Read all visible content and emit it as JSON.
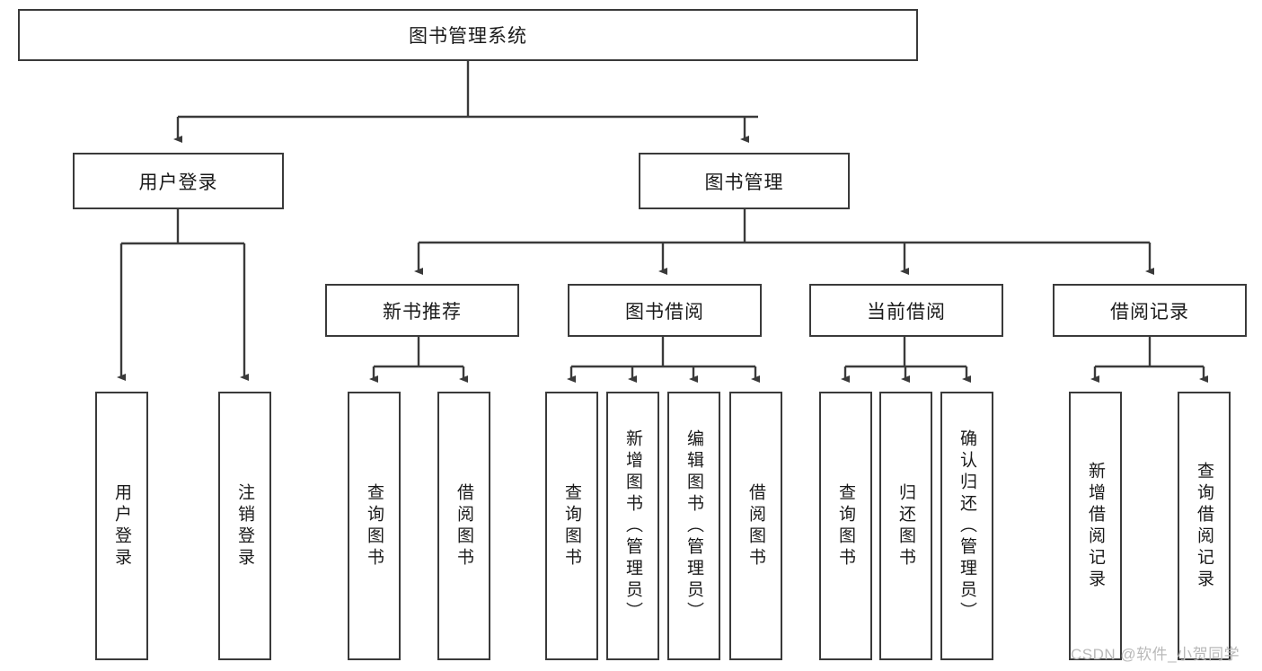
{
  "diagram": {
    "title": "图书管理系统",
    "type": "hierarchy-tree",
    "root": {
      "id": "root",
      "label": "图书管理系统",
      "orientation": "horizontal"
    },
    "level1": [
      {
        "id": "user-login",
        "label": "用户登录",
        "orientation": "horizontal"
      },
      {
        "id": "book-management",
        "label": "图书管理",
        "orientation": "horizontal"
      }
    ],
    "level2": [
      {
        "id": "new-book-recommend",
        "label": "新书推荐",
        "parent": "book-management",
        "orientation": "horizontal"
      },
      {
        "id": "book-borrow",
        "label": "图书借阅",
        "parent": "book-management",
        "orientation": "horizontal"
      },
      {
        "id": "current-borrow",
        "label": "当前借阅",
        "parent": "book-management",
        "orientation": "horizontal"
      },
      {
        "id": "borrow-record",
        "label": "借阅记录",
        "parent": "book-management",
        "orientation": "horizontal"
      }
    ],
    "leaves": [
      {
        "id": "leaf-user-login",
        "label": "用户登录",
        "parent": "user-login",
        "orientation": "vertical"
      },
      {
        "id": "leaf-logout",
        "label": "注销登录",
        "parent": "user-login",
        "orientation": "vertical"
      },
      {
        "id": "leaf-query-book-1",
        "label": "查询图书",
        "parent": "new-book-recommend",
        "orientation": "vertical"
      },
      {
        "id": "leaf-borrow-book-1",
        "label": "借阅图书",
        "parent": "new-book-recommend",
        "orientation": "vertical"
      },
      {
        "id": "leaf-query-book-2",
        "label": "查询图书",
        "parent": "book-borrow",
        "orientation": "vertical"
      },
      {
        "id": "leaf-add-book",
        "label": "新增图书（管理员）",
        "parent": "book-borrow",
        "orientation": "vertical"
      },
      {
        "id": "leaf-edit-book",
        "label": "编辑图书（管理员）",
        "parent": "book-borrow",
        "orientation": "vertical"
      },
      {
        "id": "leaf-borrow-book-2",
        "label": "借阅图书",
        "parent": "book-borrow",
        "orientation": "vertical"
      },
      {
        "id": "leaf-query-book-3",
        "label": "查询图书",
        "parent": "current-borrow",
        "orientation": "vertical"
      },
      {
        "id": "leaf-return-book",
        "label": "归还图书",
        "parent": "current-borrow",
        "orientation": "vertical"
      },
      {
        "id": "leaf-confirm-return",
        "label": "确认归还（管理员）",
        "parent": "current-borrow",
        "orientation": "vertical"
      },
      {
        "id": "leaf-add-record",
        "label": "新增借阅记录",
        "parent": "borrow-record",
        "orientation": "vertical"
      },
      {
        "id": "leaf-query-record",
        "label": "查询借阅记录",
        "parent": "borrow-record",
        "orientation": "vertical"
      }
    ]
  },
  "watermark": {
    "text": "CSDN @软件_小贺同学"
  },
  "colors": {
    "stroke": "#3a3a3a",
    "fill": "#ffffff",
    "text": "#1a1a1a",
    "watermark": "#b9b9b9"
  }
}
